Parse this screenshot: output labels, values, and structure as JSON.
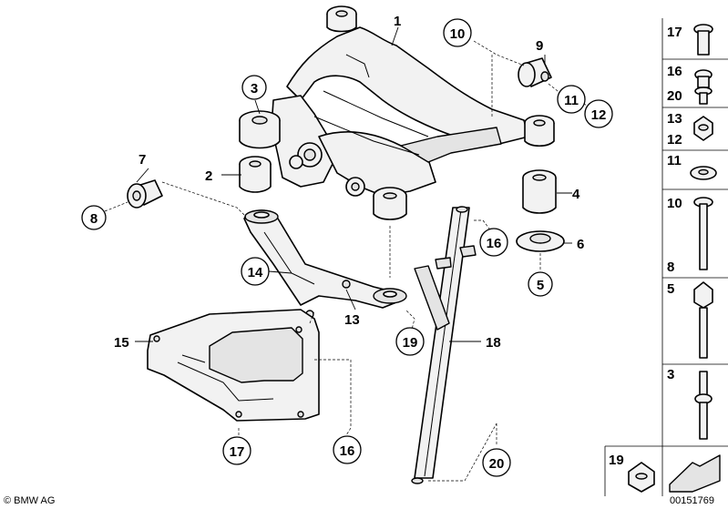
{
  "callouts": {
    "c1": "1",
    "c2": "2",
    "c3": "3",
    "c4": "4",
    "c5": "5",
    "c6": "6",
    "c7": "7",
    "c8": "8",
    "c9": "9",
    "c10": "10",
    "c11": "11",
    "c12": "12",
    "c13": "13",
    "c14": "14",
    "c15": "15",
    "c16a": "16",
    "c16b": "16",
    "c17": "17",
    "c18": "18",
    "c19": "19",
    "c20": "20"
  },
  "sidebar": {
    "r1": "17",
    "r2a": "16",
    "r2b": "20",
    "r3a": "13",
    "r3b": "12",
    "r4": "11",
    "r5a": "10",
    "r5b": "8",
    "r6": "5",
    "r7": "3",
    "r8": "19"
  },
  "footer": {
    "brand": "© BMW AG",
    "image_number": "00151769"
  }
}
